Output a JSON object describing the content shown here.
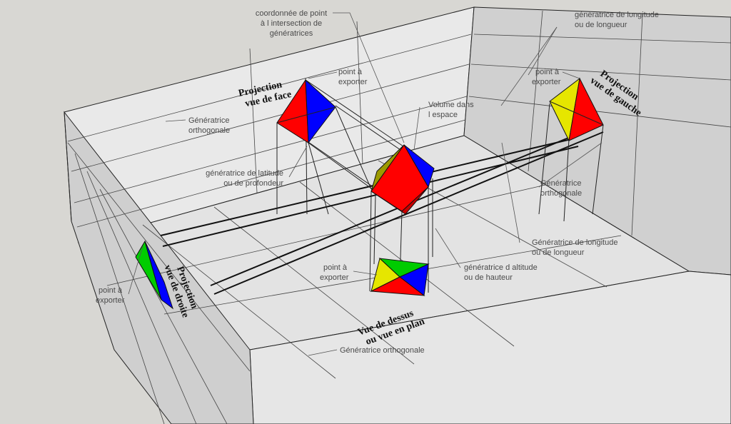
{
  "titles": {
    "front": [
      "Projection",
      "vue de face"
    ],
    "left": [
      "Projection",
      "vue de gauche"
    ],
    "right": [
      "Projection",
      "vue de droite"
    ],
    "top": [
      "Vue de dessus",
      "ou vue en plan"
    ]
  },
  "annotations": {
    "coord": [
      "coordonnée de point",
      "à l intersection de",
      "génératrices"
    ],
    "gen_long_top": [
      "génératrice de longitude",
      "ou de longueur"
    ],
    "point_front": [
      "point à",
      "exporter"
    ],
    "point_left": [
      "point à",
      "exporter"
    ],
    "point_top": [
      "point à",
      "exporter"
    ],
    "point_right": [
      "point à",
      "exporter"
    ],
    "volume": [
      "Volume dans",
      "l espace"
    ],
    "gen_ortho_back": [
      "Génératrice",
      "orthogonale"
    ],
    "gen_latitude": [
      "génératrice de latitude",
      "ou de profondeur"
    ],
    "gen_ortho_left": [
      "Génératrice",
      "orthogonale"
    ],
    "gen_long_mid": [
      "Génératrice de longitude",
      "ou de longueur"
    ],
    "gen_altitude": [
      "génératrice d altitude",
      "ou de hauteur"
    ],
    "gen_ortho_floor": [
      "Génératrice orthogonale"
    ]
  },
  "colors": {
    "red": "#ff0000",
    "dark_red": "#c80000",
    "blue": "#0000ff",
    "green": "#00cc00",
    "yellow": "#e6e600",
    "olive": "#9c9a00",
    "back_wall": "#e9e9e9",
    "side_wall": "#cdcdcd",
    "floor": "#e2e2e2",
    "front_wall": "#c8c8c8",
    "background": "#d8d7d3"
  }
}
